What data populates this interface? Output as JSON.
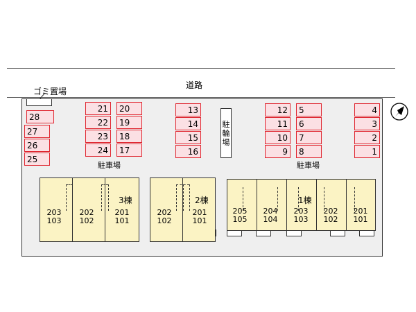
{
  "road": {
    "label": "道路"
  },
  "garbage": {
    "label": "ゴミ置場"
  },
  "parking_labels": {
    "left": "駐車場",
    "right": "駐車場"
  },
  "bicycle": {
    "chars": [
      "駐",
      "輪",
      "場"
    ]
  },
  "slots": {
    "s28": "28",
    "s27": "27",
    "s26": "26",
    "s25": "25",
    "s21": "21",
    "s22": "22",
    "s23": "23",
    "s24": "24",
    "s20": "20",
    "s19": "19",
    "s18": "18",
    "s17": "17",
    "s13": "13",
    "s14": "14",
    "s15": "15",
    "s16": "16",
    "s12": "12",
    "s11": "11",
    "s10": "10",
    "s9": "9",
    "s5": "5",
    "s6": "6",
    "s7": "7",
    "s8": "8",
    "s4": "4",
    "s3": "3",
    "s2": "2",
    "s1": "1"
  },
  "buildings": {
    "b3": {
      "label": "3棟",
      "units": [
        {
          "upper": "203",
          "lower": "103"
        },
        {
          "upper": "202",
          "lower": "102"
        },
        {
          "upper": "201",
          "lower": "101"
        }
      ]
    },
    "b2": {
      "label": "2棟",
      "units": [
        {
          "upper": "202",
          "lower": "102"
        },
        {
          "upper": "201",
          "lower": "101"
        }
      ]
    },
    "b1": {
      "label": "1棟",
      "units": [
        {
          "upper": "205",
          "lower": "105"
        },
        {
          "upper": "204",
          "lower": "104"
        },
        {
          "upper": "203",
          "lower": "103"
        },
        {
          "upper": "202",
          "lower": "102"
        },
        {
          "upper": "201",
          "lower": "101"
        }
      ]
    }
  },
  "icons": {
    "compass": "north-arrow-icon"
  }
}
